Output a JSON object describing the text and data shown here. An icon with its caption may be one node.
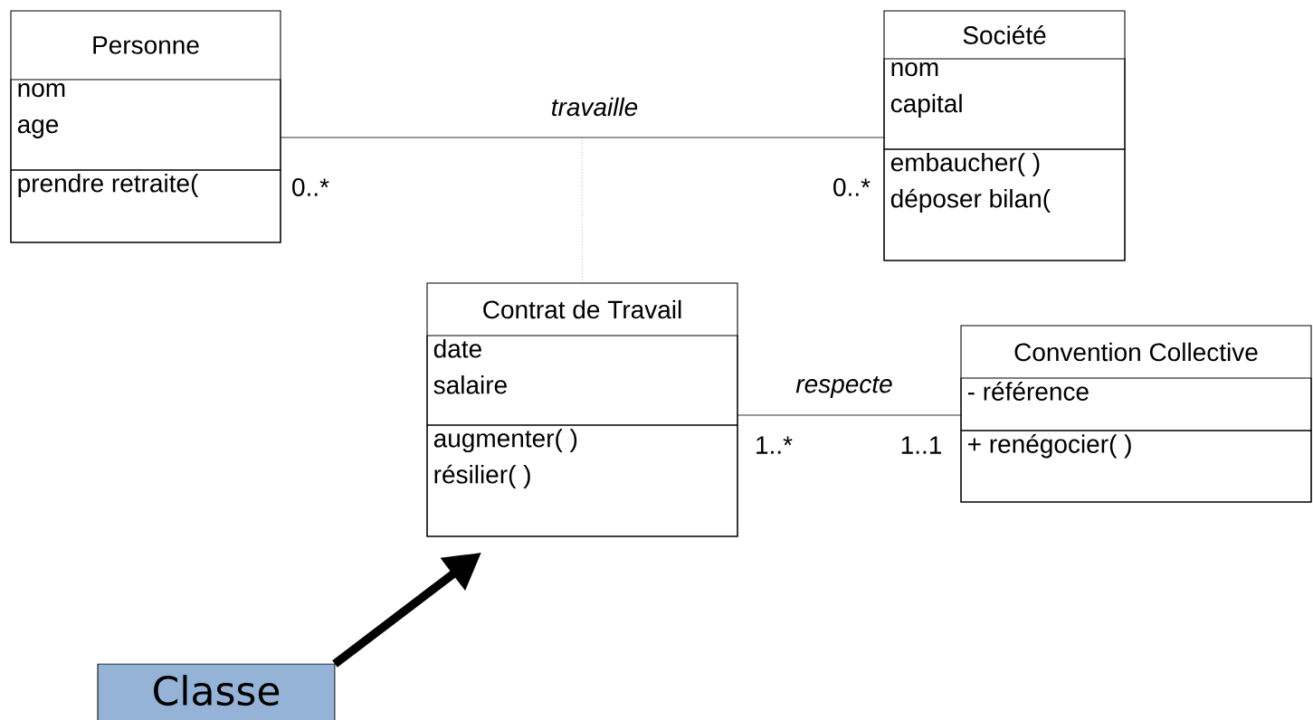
{
  "diagram": {
    "nodes": [
      {
        "text": [
          "Personne"
        ]
      },
      {
        "text": [
          "nom",
          "age"
        ],
        "in": 0
      },
      {
        "text": [
          "prendre retraite("
        ],
        "in": 0
      },
      {
        "text": [
          "Société"
        ]
      },
      {
        "text": [
          "nom",
          "capital"
        ],
        "in": 3
      },
      {
        "text": [
          "embaucher( )",
          "déposer bilan("
        ],
        "in": 3
      },
      {
        "text": [
          "Contrat de Travail"
        ]
      },
      {
        "text": [
          "date",
          "salaire"
        ],
        "in": 6
      },
      {
        "text": [
          "augmenter( )",
          "résilier( )"
        ],
        "in": 6
      },
      {
        "text": [
          "Convention Collective"
        ]
      },
      {
        "text": [
          "- référence"
        ],
        "in": 9
      },
      {
        "text": [
          "+ renégocier( )"
        ],
        "in": 9
      },
      {
        "text": [
          "Classe"
        ]
      }
    ],
    "edges": [
      {
        "from": 0,
        "to": 3,
        "arrow": "none",
        "label": "travaille"
      },
      {
        "from": null,
        "to": 6,
        "arrow": "none",
        "style": "dashed"
      },
      {
        "from": 6,
        "to": 9,
        "arrow": "none",
        "label": "respecte"
      },
      {
        "from": 12,
        "to": 6,
        "arrow": "to",
        "style": "thick"
      }
    ],
    "labels": [
      "0..*",
      "0..*",
      "1..*",
      "1..1"
    ]
  }
}
